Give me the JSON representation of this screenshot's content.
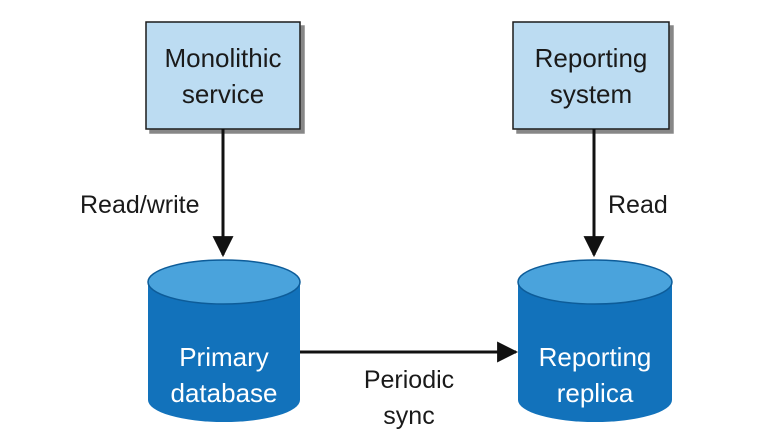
{
  "nodes": {
    "monolithic": {
      "line1": "Monolithic",
      "line2": "service"
    },
    "reporting_system": {
      "line1": "Reporting",
      "line2": "system"
    },
    "primary_db": {
      "line1": "Primary",
      "line2": "database"
    },
    "reporting_replica": {
      "line1": "Reporting",
      "line2": "replica"
    }
  },
  "edges": {
    "read_write": "Read/write",
    "read": "Read",
    "periodic_sync_line1": "Periodic",
    "periodic_sync_line2": "sync"
  },
  "colors": {
    "box_fill": "#bcdcf2",
    "box_border": "#1a1a1a",
    "db_top": "#4aa3dc",
    "db_body": "#1272bb",
    "db_rim": "#0d5c99",
    "arrow": "#111111"
  }
}
